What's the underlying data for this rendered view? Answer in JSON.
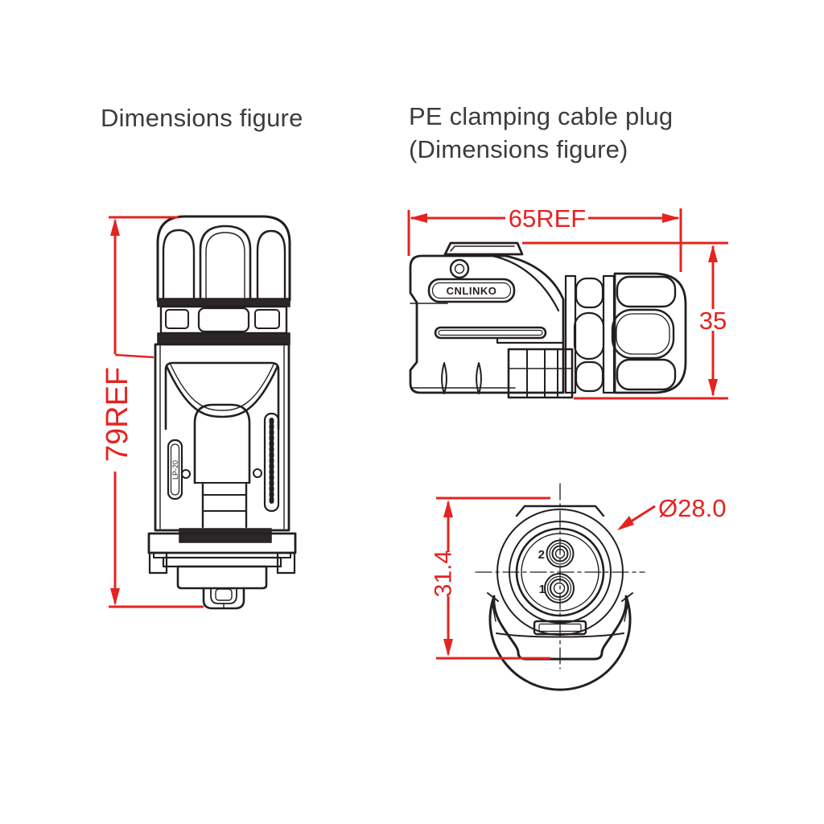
{
  "titles": {
    "left": "Dimensions figure",
    "right_line1": "PE clamping cable plug",
    "right_line2": "(Dimensions figure)"
  },
  "left_view": {
    "description": "vertical-plug-view",
    "dim_height": "79REF",
    "latch_marking": "LP-20"
  },
  "side_view": {
    "description": "horizontal-plug-side-view",
    "dim_width": "65REF",
    "dim_height": "35",
    "logo": "CNLINKO"
  },
  "front_view": {
    "description": "plug-face-view",
    "dim_height": "31.4",
    "dim_diameter": "Ø28.0",
    "pin_top_label": "2",
    "pin_bottom_label": "1"
  },
  "colors": {
    "dimension_red": "#e32421",
    "line_black": "#231f20",
    "title_gray": "#3c3c3c",
    "background": "#ffffff"
  }
}
